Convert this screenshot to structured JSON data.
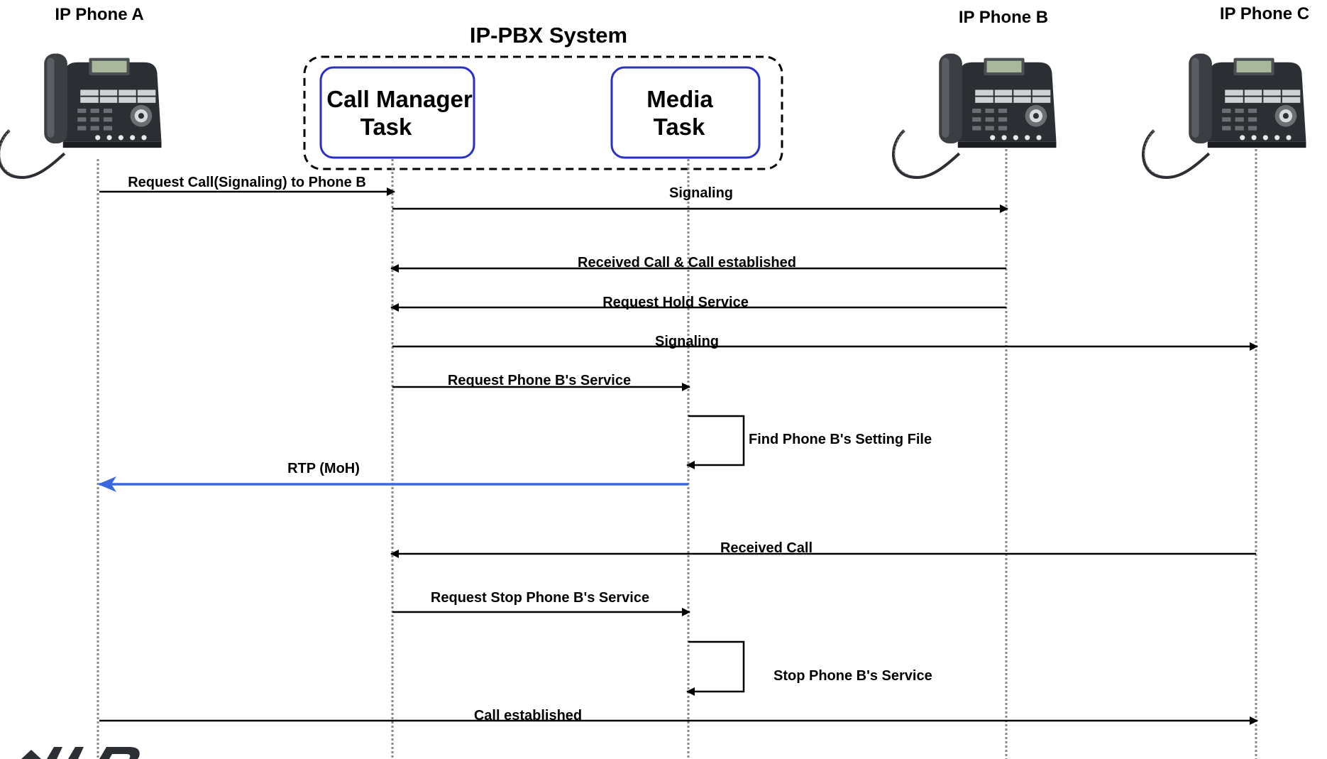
{
  "participants": {
    "phone_a": "IP Phone A",
    "phone_b": "IP Phone B",
    "phone_c": "IP Phone C"
  },
  "system": {
    "title": "IP-PBX System",
    "call_manager": [
      "Call Manager",
      "Task"
    ],
    "media": [
      "Media",
      "Task"
    ]
  },
  "messages": [
    "Request Call(Signaling) to Phone B",
    "Signaling",
    "Received Call & Call established",
    "Request Hold Service",
    "Signaling",
    "Request Phone B's Service",
    "Find Phone B's Setting File",
    "RTP (MoH)",
    "Received Call",
    "Request Stop Phone B's Service",
    "Stop Phone B's Service",
    "Call established"
  ],
  "colors": {
    "box_border": "#2a2fc8",
    "rtp_arrow": "#3a66e0",
    "lifeline": "#888888",
    "phone_body": "#2b2e33"
  }
}
